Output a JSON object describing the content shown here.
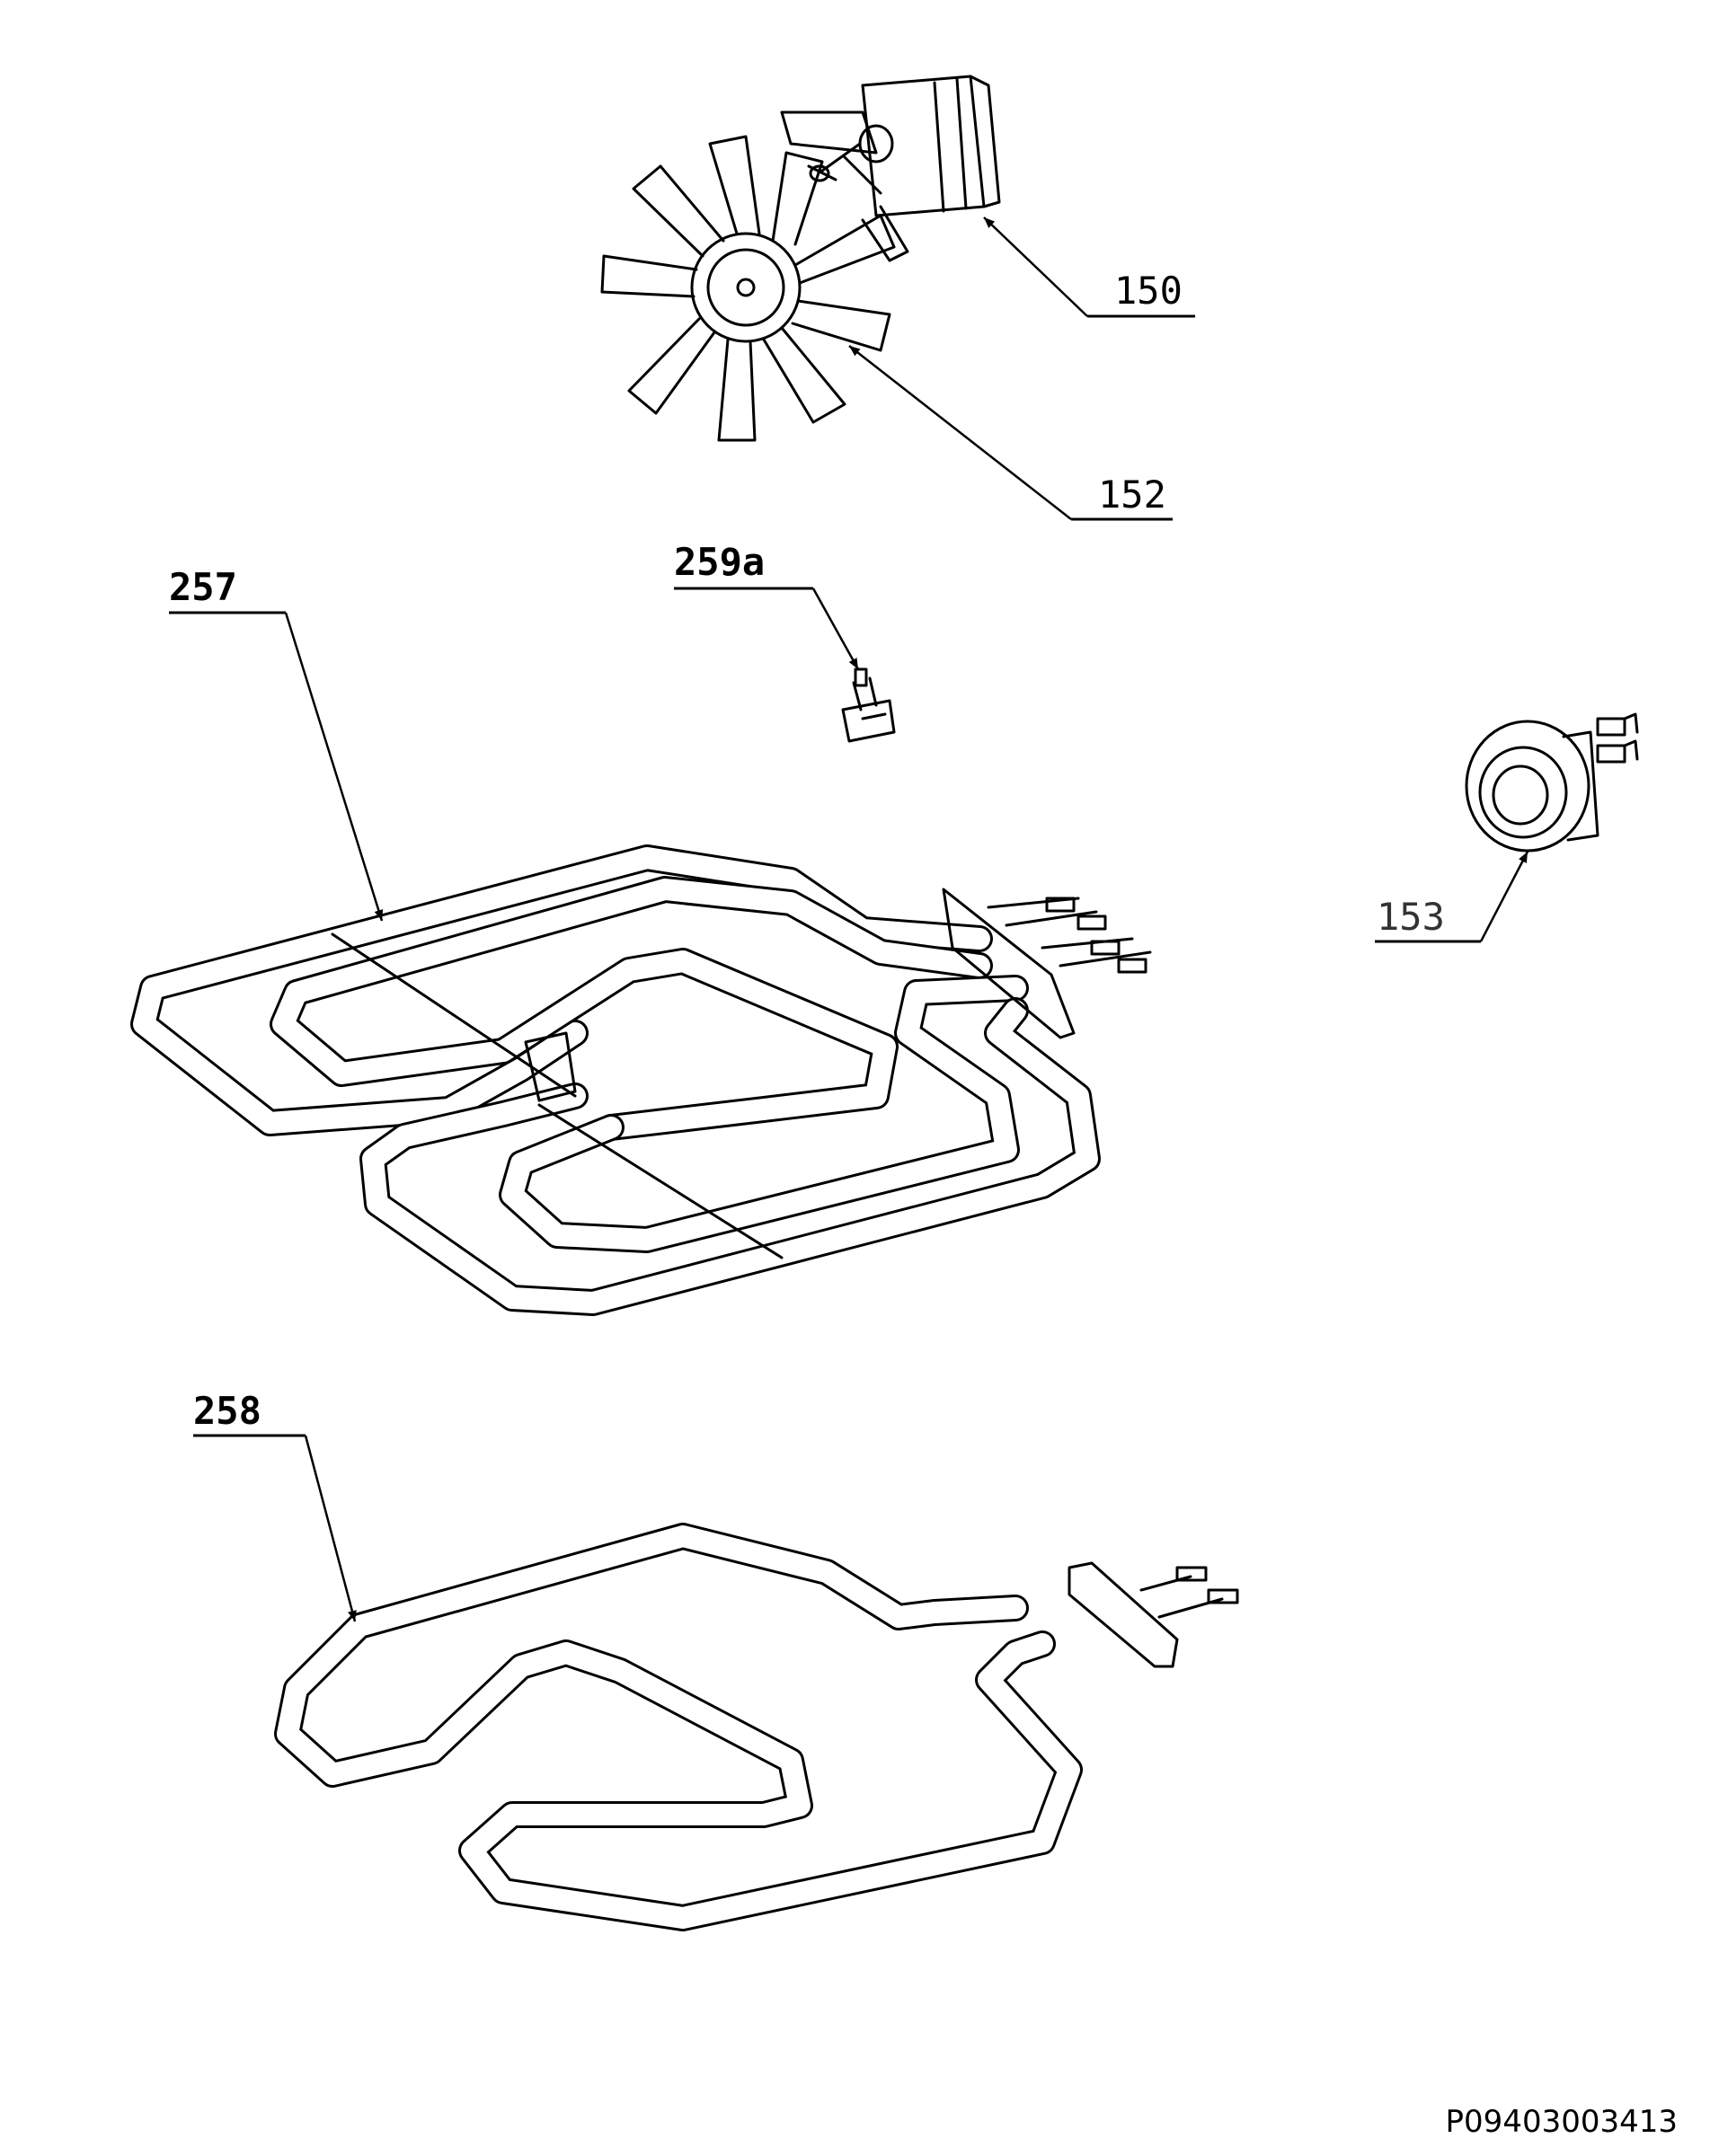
{
  "callouts": {
    "fan_motor": "150",
    "fan_blade": "152",
    "grill_heater": "257",
    "thermostat": "259a",
    "lamp": "153",
    "bottom_heater": "258"
  },
  "document_code": "P09403003413"
}
